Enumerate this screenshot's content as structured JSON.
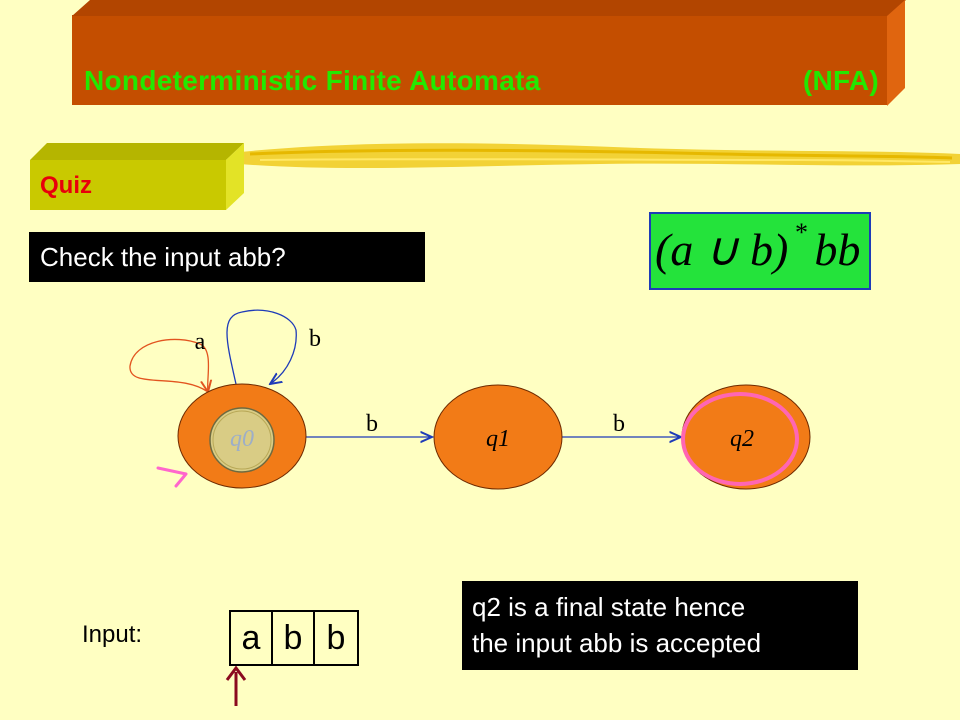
{
  "title": {
    "left": "Nondeterministic Finite Automata",
    "right": "(NFA)"
  },
  "quiz": {
    "label": "Quiz"
  },
  "question": {
    "text": "Check the input abb?"
  },
  "regex": {
    "body": "(a ∪ b)",
    "tail": "bb",
    "star": "*"
  },
  "states": [
    {
      "label": "q0",
      "start": true,
      "final": false,
      "active": true
    },
    {
      "label": "q1",
      "start": false,
      "final": false,
      "active": false
    },
    {
      "label": "q2",
      "start": false,
      "final": true,
      "active": false
    }
  ],
  "transitions": [
    {
      "from": "q0",
      "to": "q0",
      "symbol": "a"
    },
    {
      "from": "q0",
      "to": "q0",
      "symbol": "b"
    },
    {
      "from": "q0",
      "to": "q1",
      "symbol": "b"
    },
    {
      "from": "q1",
      "to": "q2",
      "symbol": "b"
    }
  ],
  "input": {
    "label": "Input:",
    "symbols": [
      "a",
      "b",
      "b"
    ],
    "head_index": 0
  },
  "result": {
    "line1": "q2 is a final state hence",
    "line2": "the input abb is accepted"
  },
  "colors": {
    "background": "#FFFFC2",
    "title_bar": "#C44E00",
    "title_text": "#22E800",
    "quiz_tab": "#C9C900",
    "quiz_text": "#E8000B",
    "state_fill": "#F27B17",
    "active_state_fill": "#D9CC85",
    "final_ring": "#FF66B3",
    "regex_bg": "#24E33B",
    "arrow": "#1E3BB8",
    "loop_a": "#E2541F",
    "head_arrow": "#8B0A1E"
  }
}
